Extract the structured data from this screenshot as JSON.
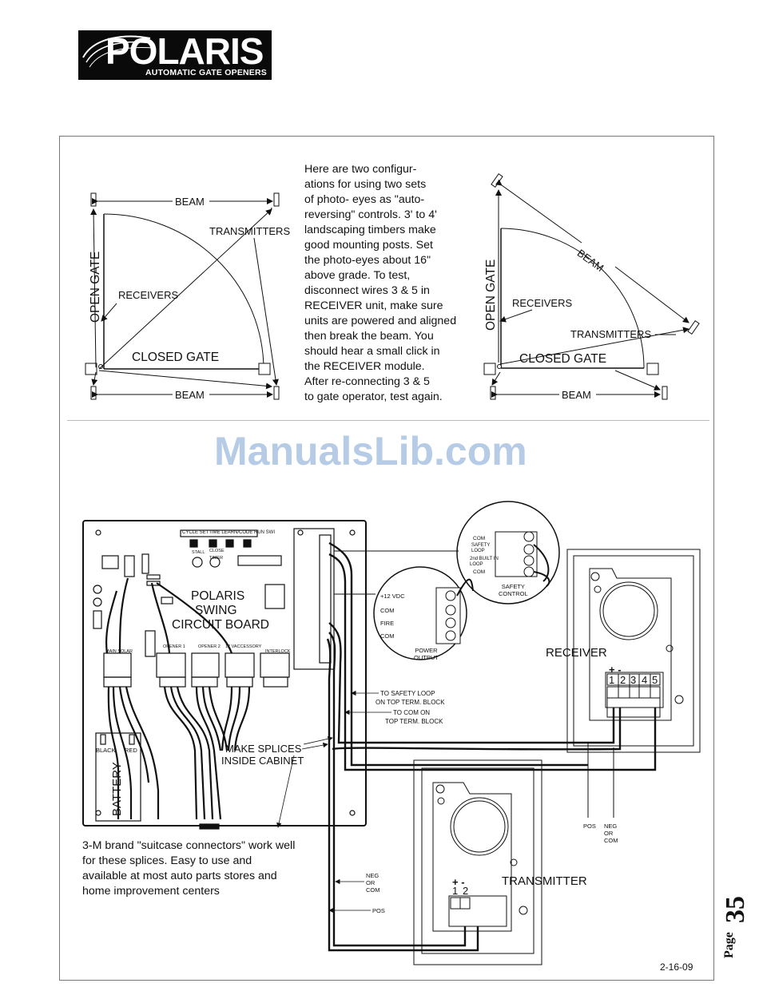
{
  "logo": {
    "name": "POLARIS",
    "tagline": "AUTOMATIC GATE OPENERS"
  },
  "intro_text": "Here are two configur-\nations for using two sets\nof photo- eyes as \"auto-\nreversing\" controls.  3' to 4'\nlandscaping timbers make\ngood mounting posts.  Set\nthe photo-eyes about 16\"\nabove grade.  To test,\ndisconnect wires 3 & 5 in\nRECEIVER unit, make sure\nunits are powered and aligned\nthen break the beam.  You\nshould hear a small click in\nthe RECEIVER  module.\nAfter re-connecting 3 & 5\nto gate operator, test again.",
  "diagram_left": {
    "beam_top": "BEAM",
    "beam_bottom": "BEAM",
    "transmitters": "TRANSMITTERS",
    "receivers": "RECEIVERS",
    "open_gate": "OPEN GATE",
    "closed_gate": "CLOSED GATE"
  },
  "diagram_right": {
    "beam_diag": "BEAM",
    "beam_bottom": "BEAM",
    "transmitters": "TRANSMITTERS",
    "receivers": "RECEIVERS",
    "open_gate": "OPEN GATE",
    "closed_gate": "CLOSED GATE"
  },
  "watermark": "ManualsLib.com",
  "wiring": {
    "board_title_1": "POLARIS",
    "board_title_2": "SWING",
    "board_title_3": "CIRCUIT BOARD",
    "battery": "BATTERY",
    "black": "BLACK",
    "red": "RED",
    "make_splices_1": "MAKE SPLICES",
    "make_splices_2": "INSIDE CABINET",
    "to_safety_loop_1": "TO SAFETY LOOP",
    "to_safety_loop_2": "ON TOP TERM. BLOCK",
    "to_com_1": "TO COM ON",
    "to_com_2": "TOP TERM. BLOCK",
    "power_output": "POWER\nOUTPUT",
    "v12": "+12 VDC",
    "com": "COM",
    "fire": "FIRE",
    "com2": "COM",
    "safety_control": "SAFETY\nCONTROL",
    "sc_com": "COM",
    "sc_safety_loop": "SAFETY\nLOOP",
    "sc_2nd_loop": "2nd BUILT IN\nLOOP",
    "sc_com2": "COM",
    "receiver": "RECEIVER",
    "transmitter": "TRANSMITTER",
    "pos": "POS",
    "neg_or_com": "NEG\nOR\nCOM",
    "neg_or_com_left": "NEG\nOR\nCOM",
    "pos_left": "POS",
    "plus_minus": "+  -",
    "terminals": [
      "1",
      "2",
      "3",
      "4",
      "5"
    ],
    "tx_terminals": [
      "1",
      "2"
    ],
    "board_top_labels": "CYCLE  SETTIME  LEARN/CODE  RUN  SWI",
    "opener1": "OPENER 1",
    "opener2": "OPENER 2",
    "accessory": "12 VACCESSORY",
    "interlock": "INTERLOCK",
    "main_solar": "MAIN SOLAR",
    "stall": "STALL",
    "close_timer": "CLOSE\nTIMER"
  },
  "splice_note": "3-M brand \"suitcase connectors\" work well\nfor these splices.  Easy to use and\navailable at most auto parts stores and\nhome improvement centers",
  "date": "2-16-09",
  "page": {
    "word": "Page",
    "number": "35"
  }
}
